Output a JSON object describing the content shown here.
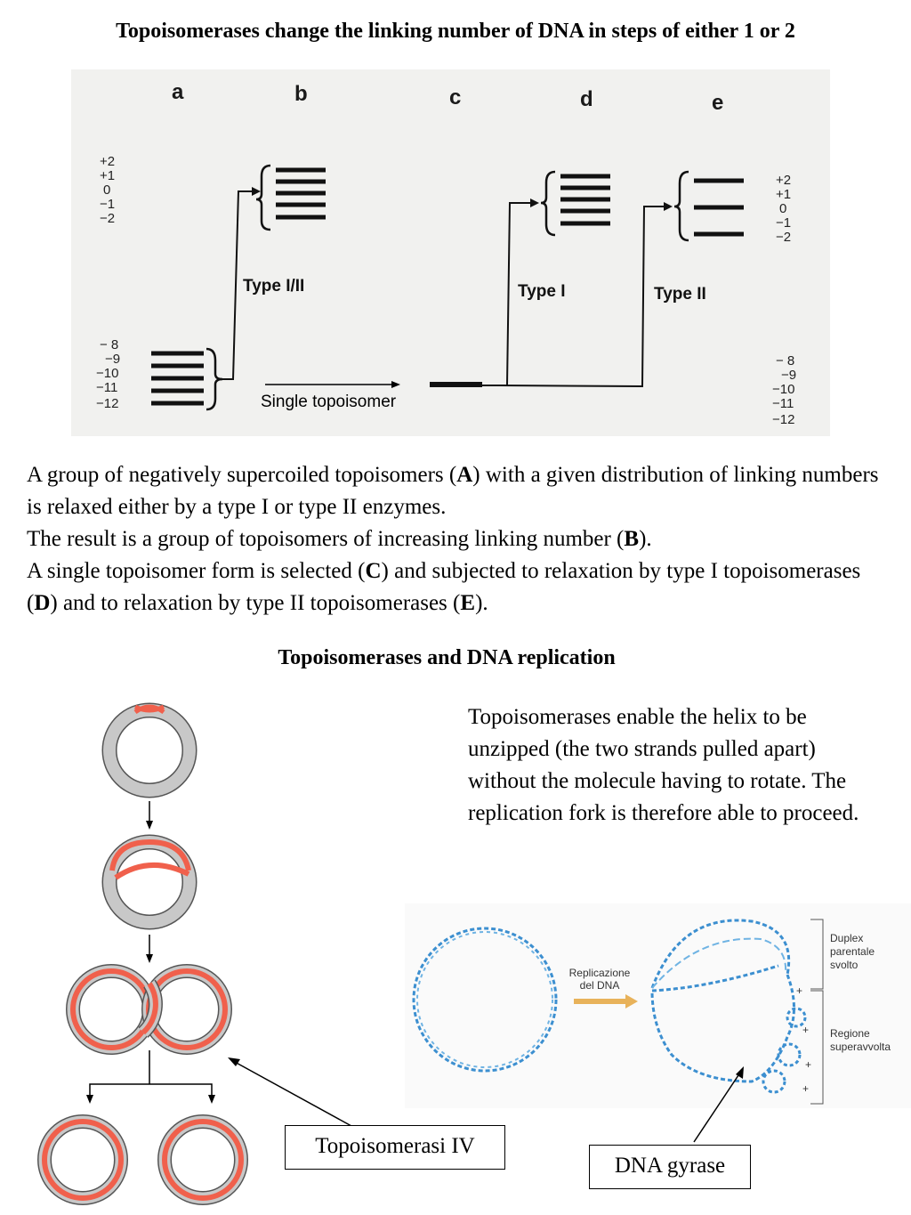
{
  "title": "Topoisomerases change the linking number of DNA in steps of either 1 or 2",
  "gel": {
    "lanes": [
      "a",
      "b",
      "c",
      "d",
      "e"
    ],
    "left_scale_top": [
      "+2",
      "+1",
      "0",
      "−1",
      "−2"
    ],
    "left_scale_bottom": [
      "− 8",
      "−9",
      "−10",
      "−11",
      "−12"
    ],
    "right_scale_top": [
      "+2",
      "+1",
      "0",
      "−1",
      "−2"
    ],
    "right_scale_bottom": [
      "− 8",
      "−9",
      "−10",
      "−11",
      "−12"
    ],
    "label_type_1_2": "Type I/II",
    "label_type_1": "Type I",
    "label_type_2": "Type II",
    "single_topoisomer": "Single topoisomer"
  },
  "paragraph": {
    "line1_pre": "A group of negatively supercoiled topoisomers (",
    "A": "A",
    "line1_post": ") with a given distribution of linking numbers is relaxed either by a type I or type II enzymes.",
    "line2_pre": "The result is a group of topoisomers of increasing linking number (",
    "B": "B",
    "line2_post": ").",
    "line3_pre": "A single topoisomer form is selected (",
    "C": "C",
    "line3_mid": ") and subjected to relaxation by type I topoisomerases (",
    "D": "D",
    "line3_mid2": ") and to relaxation by type II topoisomerases (",
    "E": "E",
    "line3_post": ")."
  },
  "subtitle": "Topoisomerases and DNA replication",
  "description": "Topoisomerases enable the helix to be unzipped (the two strands pulled apart) without the molecule having to rotate. The replication fork is therefore able to proceed.",
  "replication_figure": {
    "replicazione": [
      "Replicazione",
      "del DNA"
    ],
    "duplex": [
      "Duplex",
      "parentale",
      "svolto"
    ],
    "regione": [
      "Regione",
      "superavvolta"
    ],
    "plus": "+"
  },
  "labels": {
    "topoisomerasi": "Topoisomerasi IV",
    "gyrase": "DNA gyrase"
  },
  "colors": {
    "strand_red": "#f0604c",
    "ring_gray": "#c8c8c8",
    "dna_blue": "#3c8fd0",
    "arrow_yellow": "#e8b25a"
  }
}
